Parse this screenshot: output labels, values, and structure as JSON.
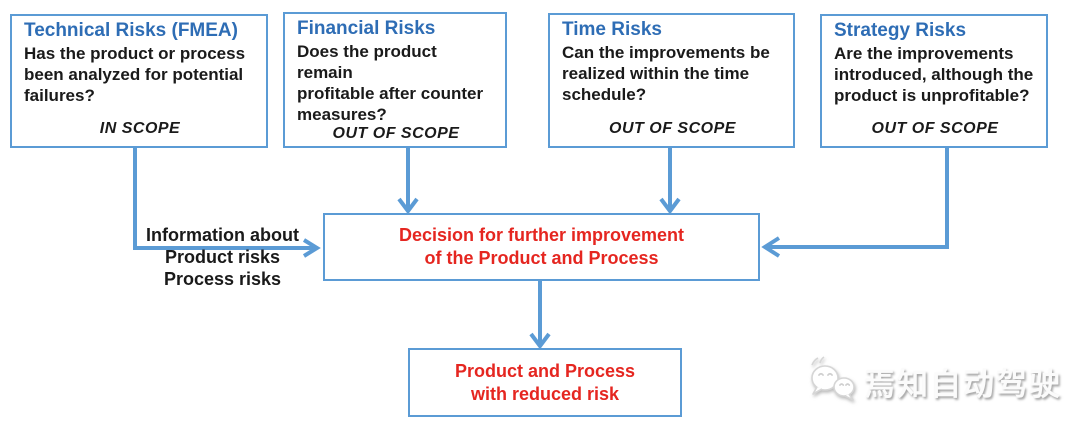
{
  "diagram": {
    "top_boxes": [
      {
        "title": "Technical Risks (FMEA)",
        "body": "Has the product or process\nbeen analyzed for potential\nfailures?",
        "scope": "IN SCOPE"
      },
      {
        "title": "Financial Risks",
        "body": "Does the product remain\nprofitable after counter\nmeasures?",
        "scope": "OUT OF SCOPE"
      },
      {
        "title": "Time Risks",
        "body": "Can the improvements be\nrealized within the time\nschedule?",
        "scope": "OUT OF SCOPE"
      },
      {
        "title": "Strategy Risks",
        "body": "Are the improvements\nintroduced, although the\nproduct is unprofitable?",
        "scope": "OUT OF SCOPE"
      }
    ],
    "info_label": "Information about\nProduct risks\nProcess risks",
    "decision_box": "Decision for further improvement\nof the Product and Process",
    "result_box": "Product and Process\nwith reduced risk",
    "colors": {
      "box_border": "#5B9BD5",
      "arrow": "#5B9BD5",
      "title_blue": "#2E6DB5",
      "emphasis_red": "#E52620",
      "body_text": "#1A1A1A"
    }
  },
  "watermark": {
    "text": "焉知自动驾驶",
    "logo": "chat-bubbles-icon"
  }
}
